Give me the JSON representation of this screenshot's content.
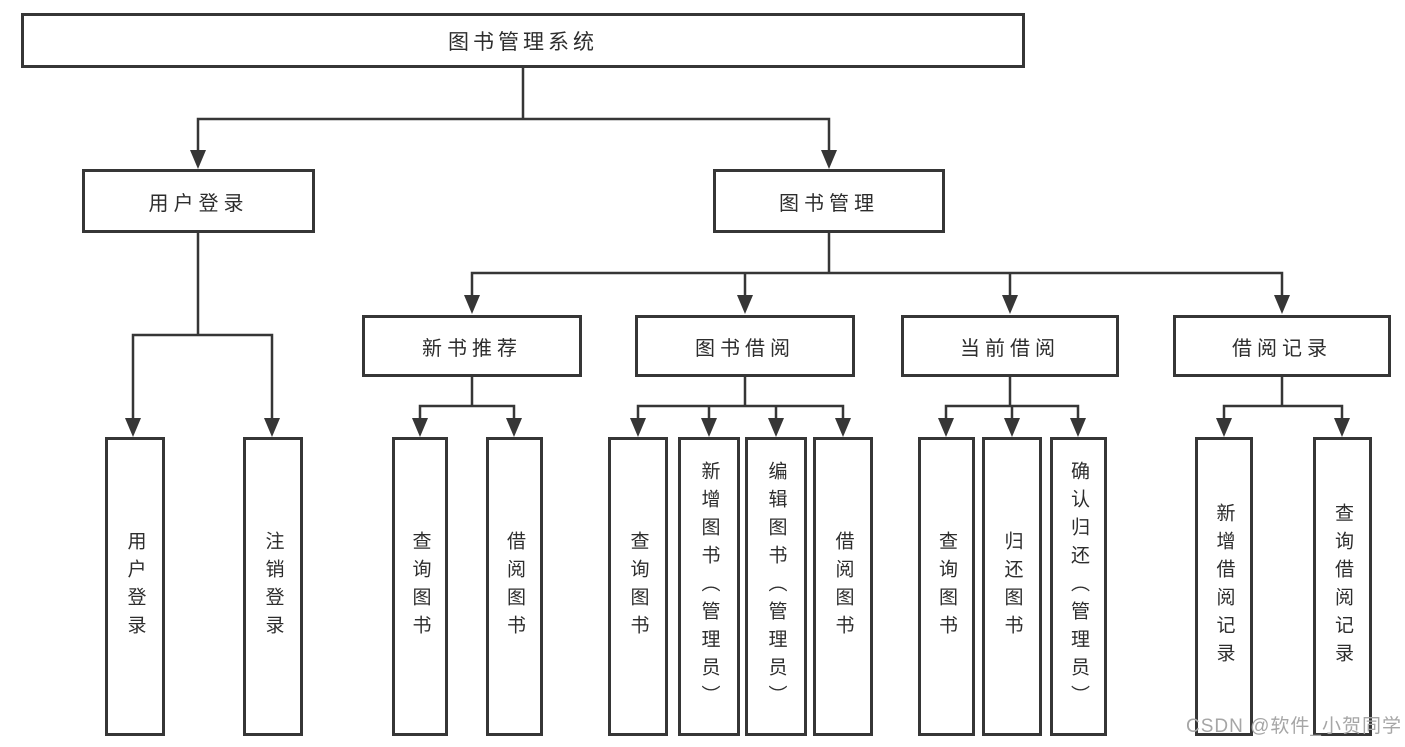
{
  "diagram": {
    "root": "图书管理系统",
    "branches": {
      "user_login": {
        "label": "用户登录",
        "children": [
          "用户登录",
          "注销登录"
        ]
      },
      "book_management": {
        "label": "图书管理",
        "children": [
          {
            "label": "新书推荐",
            "children": [
              "查询图书",
              "借阅图书"
            ]
          },
          {
            "label": "图书借阅",
            "children": [
              "查询图书",
              "新增图书（管理员）",
              "编辑图书（管理员）",
              "借阅图书"
            ]
          },
          {
            "label": "当前借阅",
            "children": [
              "查询图书",
              "归还图书",
              "确认归还（管理员）"
            ]
          },
          {
            "label": "借阅记录",
            "children": [
              "新增借阅记录",
              "查询借阅记录"
            ]
          }
        ]
      }
    }
  },
  "watermark": "CSDN @软件_小贺同学",
  "colors": {
    "line": "#363636",
    "text": "#2d2d2d",
    "watermark": "#a6a6a6",
    "background": "#ffffff"
  }
}
